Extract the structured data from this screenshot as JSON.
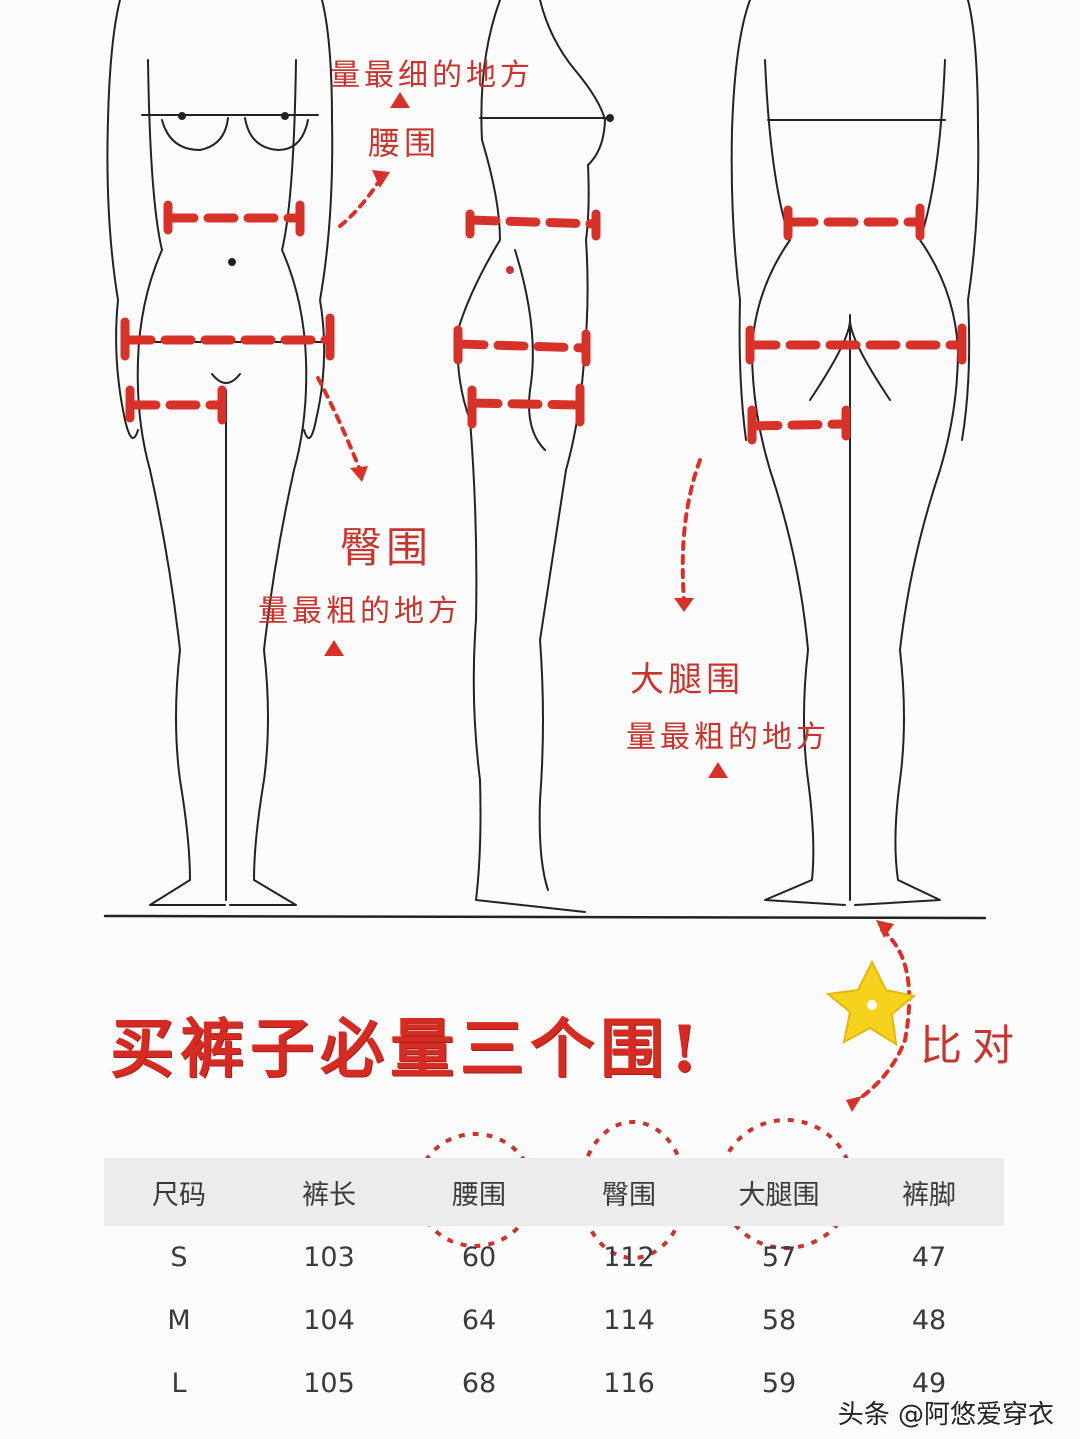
{
  "annotations": {
    "waist_note": "量最细的地方",
    "waist_label": "腰围",
    "hip_label": "臀围",
    "hip_note": "量最粗的地方",
    "thigh_label": "大腿围",
    "thigh_note": "量最粗的地方",
    "compare": "比对"
  },
  "headline": "买裤子必量三个围!",
  "table": {
    "headers": [
      "尺码",
      "裤长",
      "腰围",
      "臀围",
      "大腿围",
      "裤脚"
    ],
    "rows": [
      [
        "S",
        "103",
        "60",
        "112",
        "57",
        "47"
      ],
      [
        "M",
        "104",
        "64",
        "114",
        "58",
        "48"
      ],
      [
        "L",
        "105",
        "68",
        "116",
        "59",
        "49"
      ]
    ]
  },
  "watermark": "头条 @阿悠爱穿衣",
  "colors": {
    "accent_red": "#d52b22",
    "star_yellow": "#f5d21c",
    "table_header_bg": "#ececec"
  }
}
